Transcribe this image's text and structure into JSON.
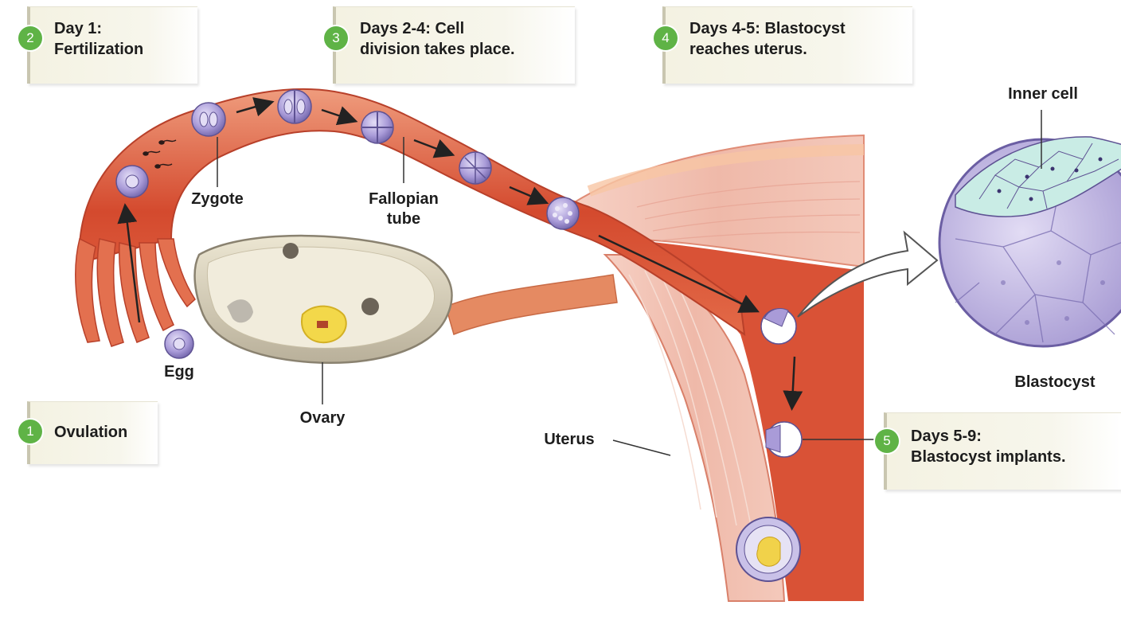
{
  "steps": [
    {
      "number": "1",
      "text": "Ovulation"
    },
    {
      "number": "2",
      "text": "Day 1:\nFertilization"
    },
    {
      "number": "3",
      "text": "Days 2-4: Cell\ndivision takes place."
    },
    {
      "number": "4",
      "text": "Days 4-5: Blastocyst\nreaches uterus."
    },
    {
      "number": "5",
      "text": "Days 5-9:\nBlastocyst implants."
    }
  ],
  "labels": {
    "zygote": "Zygote",
    "fallopian_tube": "Fallopian\ntube",
    "egg": "Egg",
    "ovary": "Ovary",
    "uterus": "Uterus",
    "inner_cell": "Inner cell",
    "blastocyst": "Blastocyst"
  },
  "colors": {
    "tube": "#d9573a",
    "tube_light": "#eea487",
    "uterus_wall": "#f2c2b4",
    "ovary": "#e3dcc6",
    "cell": "#a79ad6",
    "inner_cell": "#c9ece5",
    "badge": "#5fb346"
  }
}
